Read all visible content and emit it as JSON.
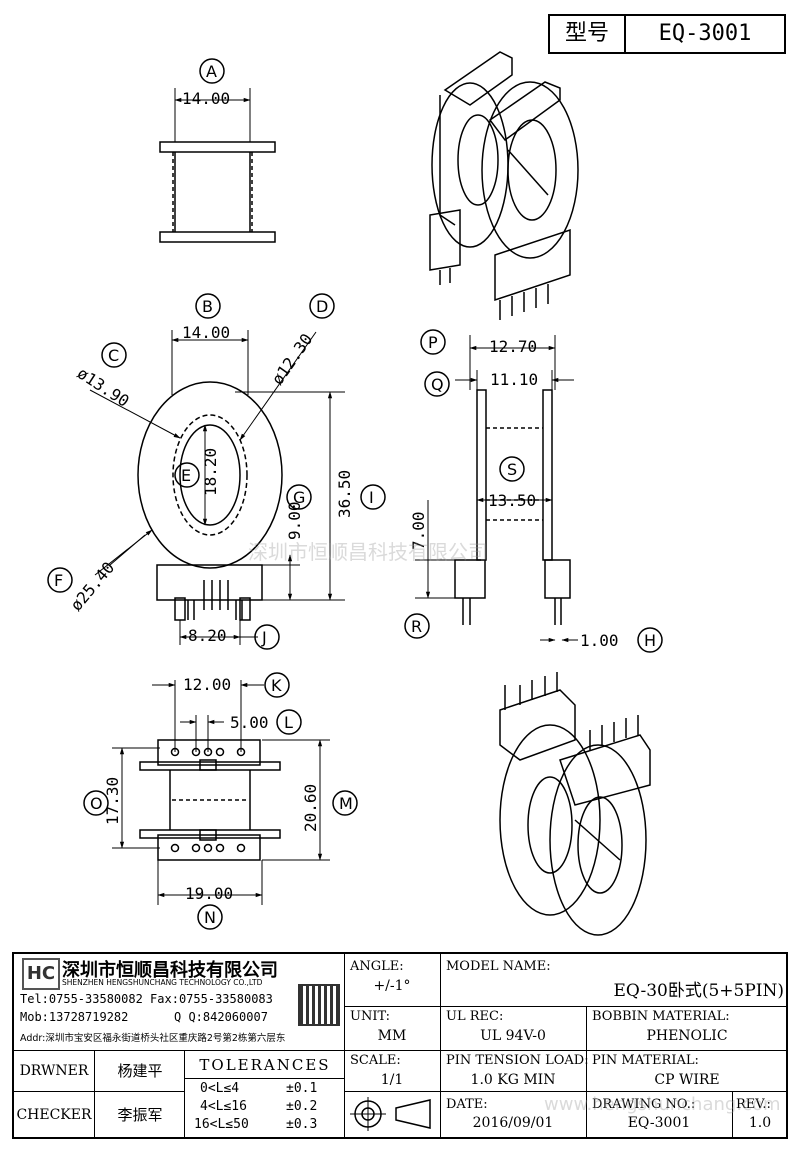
{
  "header": {
    "model_label": "型号",
    "model_value": "EQ-3001"
  },
  "dimensions": {
    "A": "14.00",
    "B": "14.00",
    "C": "ø13.90",
    "D": "ø12.30",
    "E": "18.20",
    "F": "ø25.40",
    "G": "9.00",
    "I": "36.50",
    "J": "8.20",
    "P": "12.70",
    "Q": "11.10",
    "S": "13.50",
    "R": "7.00",
    "H": "1.00",
    "K": "12.00",
    "L": "5.00",
    "O": "17.30",
    "M": "20.60",
    "N": "19.00"
  },
  "letters": [
    "A",
    "B",
    "C",
    "D",
    "E",
    "F",
    "G",
    "H",
    "I",
    "J",
    "K",
    "L",
    "M",
    "N",
    "O",
    "P",
    "Q",
    "R",
    "S"
  ],
  "company": {
    "name_cn": "深圳市恒顺昌科技有限公司",
    "name_en": "SHENZHEN HENGSHUNCHANG TECHNOLOGY CO.,LTD",
    "tel": "Tel:0755-33580082 Fax:0755-33580083",
    "mob": "Mob:13728719282",
    "qq": "Q  Q:842060007",
    "addr": "Addr:深圳市宝安区福永街道桥头社区重庆路2号第2栋第六层东"
  },
  "title_block": {
    "angle_label": "ANGLE:",
    "angle_value": "+/-1°",
    "unit_label": "UNIT:",
    "unit_value": "MM",
    "scale_label": "SCALE:",
    "scale_value": "1/1",
    "model_name_label": "MODEL NAME:",
    "model_name_value": "EQ-30卧式(5+5PIN)",
    "ul_rec_label": "UL REC:",
    "ul_rec_value": "UL 94V-0",
    "bobbin_label": "BOBBIN MATERIAL:",
    "bobbin_value": "PHENOLIC",
    "pin_tension_label": "PIN TENSION LOAD:",
    "pin_tension_value": "1.0 KG MIN",
    "pin_material_label": "PIN MATERIAL:",
    "pin_material_value": "CP WIRE",
    "date_label": "DATE:",
    "date_value": "2016/09/01",
    "drawing_no_label": "DRAWING NO.:",
    "drawing_no_value": "EQ-3001",
    "rev_label": "REV.:",
    "rev_value": "1.0",
    "drwner_label": "DRWNER",
    "drwner_value": "杨建平",
    "checker_label": "CHECKER",
    "checker_value": "李振军",
    "tolerances_label": "TOLERANCES",
    "tol_rows": [
      {
        "range": "0<L≤4",
        "tol": "±0.1"
      },
      {
        "range": "4<L≤16",
        "tol": "±0.2"
      },
      {
        "range": "16<L≤50",
        "tol": "±0.3"
      }
    ]
  },
  "watermarks": {
    "company": "深圳市恒顺昌科技有限公司",
    "url": "www.hengshunchang.com"
  }
}
